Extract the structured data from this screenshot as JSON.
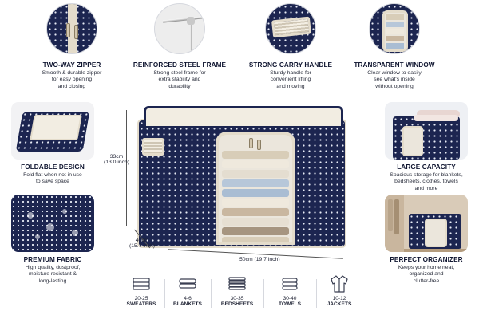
{
  "features": {
    "zipper": {
      "title": "TWO-WAY ZIPPER",
      "desc1": "Smooth & durable zipper",
      "desc2": "for easy opening",
      "desc3": "and closing"
    },
    "frame": {
      "title": "REINFORCED STEEL FRAME",
      "desc1": "Strong steel frame for",
      "desc2": "extra stability and",
      "desc3": "durability"
    },
    "handle": {
      "title": "STRONG CARRY HANDLE",
      "desc1": "Sturdy handle for",
      "desc2": "convenient lifting",
      "desc3": "and moving"
    },
    "window": {
      "title": "TRANSPARENT WINDOW",
      "desc1": "Clear window to easily",
      "desc2": "see what's inside",
      "desc3": "without opening"
    },
    "foldable": {
      "title": "FOLDABLE DESIGN",
      "desc1": "Fold flat when not in use",
      "desc2": "to save space"
    },
    "fabric": {
      "title": "PREMIUM FABRIC",
      "desc1": "High quality, dustproof,",
      "desc2": "moisture resistant &",
      "desc3": "long-lasting"
    },
    "capacity": {
      "title": "LARGE CAPACITY",
      "desc1": "Spacious storage for blankets,",
      "desc2": "bedsheets, clothes, towels",
      "desc3": "and more"
    },
    "organizer": {
      "title": "PERFECT ORGANIZER",
      "desc1": "Keeps your home neat,",
      "desc2": "organized and",
      "desc3": "clutter-free"
    }
  },
  "dimensions": {
    "height_cm": "33cm",
    "height_in": "(13.0 inch)",
    "depth_cm": "40cm",
    "depth_in": "(15.7 inch)",
    "width": "50cm (19.7 inch)"
  },
  "capacity_items": [
    {
      "count": "20-25",
      "label": "SWEATERS",
      "icon": "sweater-stack-icon"
    },
    {
      "count": "4-6",
      "label": "BLANKETS",
      "icon": "blanket-stack-icon"
    },
    {
      "count": "30-35",
      "label": "BEDSHEETS",
      "icon": "bedsheet-stack-icon"
    },
    {
      "count": "30-40",
      "label": "TOWELS",
      "icon": "towel-stack-icon"
    },
    {
      "count": "10-12",
      "label": "JACKETS",
      "icon": "jacket-icon"
    }
  ],
  "colors": {
    "navy": "#1c2550",
    "cream_trim": "#e4dccb",
    "dot": "#e7ebf5"
  }
}
